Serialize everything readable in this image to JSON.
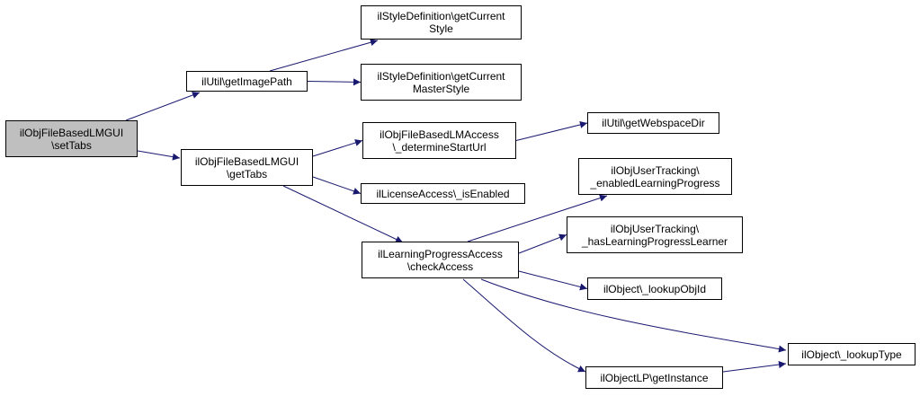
{
  "colors": {
    "edge": "#191970",
    "node_border": "#000000",
    "node_fill": "#ffffff",
    "root_fill": "#bfbfbf"
  },
  "nodes": [
    {
      "id": "settabs",
      "lines": [
        "ilObjFileBasedLMGUI",
        "\\setTabs"
      ],
      "root": true
    },
    {
      "id": "getimagepath",
      "lines": [
        "ilUtil\\getImagePath"
      ]
    },
    {
      "id": "getcurrentstyle",
      "lines": [
        "ilStyleDefinition\\getCurrent",
        "Style"
      ]
    },
    {
      "id": "getcurrentmasterstyle",
      "lines": [
        "ilStyleDefinition\\getCurrent",
        "MasterStyle"
      ]
    },
    {
      "id": "gettabs",
      "lines": [
        "ilObjFileBasedLMGUI",
        "\\getTabs"
      ]
    },
    {
      "id": "determinestarturl",
      "lines": [
        "ilObjFileBasedLMAccess",
        "\\_determineStartUrl"
      ]
    },
    {
      "id": "getwebspacedir",
      "lines": [
        "ilUtil\\getWebspaceDir"
      ]
    },
    {
      "id": "isenabled",
      "lines": [
        "ilLicenseAccess\\_isEnabled"
      ]
    },
    {
      "id": "checkaccess",
      "lines": [
        "ilLearningProgressAccess",
        "\\checkAccess"
      ]
    },
    {
      "id": "enabledlp",
      "lines": [
        "ilObjUserTracking\\",
        "_enabledLearningProgress"
      ]
    },
    {
      "id": "haslplearner",
      "lines": [
        "ilObjUserTracking\\",
        "_hasLearningProgressLearner"
      ]
    },
    {
      "id": "lookupobjid",
      "lines": [
        "ilObject\\_lookupObjId"
      ]
    },
    {
      "id": "getinstance",
      "lines": [
        "ilObjectLP\\getInstance"
      ]
    },
    {
      "id": "lookuptype",
      "lines": [
        "ilObject\\_lookupType"
      ]
    }
  ],
  "edges": [
    {
      "from": "settabs",
      "to": "getimagepath"
    },
    {
      "from": "settabs",
      "to": "gettabs"
    },
    {
      "from": "getimagepath",
      "to": "getcurrentstyle"
    },
    {
      "from": "getimagepath",
      "to": "getcurrentmasterstyle"
    },
    {
      "from": "gettabs",
      "to": "determinestarturl"
    },
    {
      "from": "gettabs",
      "to": "isenabled"
    },
    {
      "from": "gettabs",
      "to": "checkaccess"
    },
    {
      "from": "determinestarturl",
      "to": "getwebspacedir"
    },
    {
      "from": "checkaccess",
      "to": "enabledlp"
    },
    {
      "from": "checkaccess",
      "to": "haslplearner"
    },
    {
      "from": "checkaccess",
      "to": "lookupobjid"
    },
    {
      "from": "checkaccess",
      "to": "lookuptype"
    },
    {
      "from": "checkaccess",
      "to": "getinstance"
    },
    {
      "from": "getinstance",
      "to": "lookuptype"
    }
  ]
}
